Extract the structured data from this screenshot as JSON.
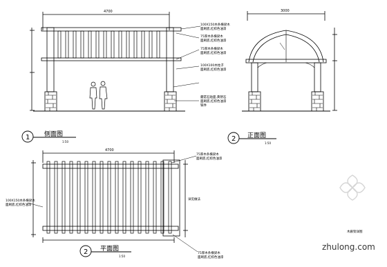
{
  "views": {
    "side": {
      "number": "1",
      "title": "侧面图",
      "scale": "1:50"
    },
    "front": {
      "number": "2",
      "title": "正面图",
      "scale": "1:50"
    },
    "plan": {
      "number": "2",
      "title": "平面图",
      "scale": "1:50"
    }
  },
  "dimensions": {
    "side_total": "4700",
    "front_total": "3000",
    "plan_total": "4700"
  },
  "notes": {
    "side_top_beam": "100X150木条横梁木",
    "side_top_beam_2": "面刷底,红棕色油漆",
    "side_rafter_1": "75厚木条横梁木",
    "side_rafter_2": "面刷底,红棕色油漆",
    "side_beam_1": "75厚木条横梁木",
    "side_beam_2": "面刷底,红棕色油漆",
    "side_post_1": "100X100木柱子",
    "side_post_2": "面刷底,红棕色油漆",
    "side_base_1": "蘑菇石贴面,黄锈石",
    "side_base_2": "面刷底,红棕色油漆",
    "side_base_3": "铁件",
    "plan_top_1": "75厚木条横梁木",
    "plan_top_2": "面刷底,红棕色油漆",
    "plan_left_1": "100X150木条横梁木",
    "plan_left_2": "面刷底,红棕色油漆",
    "plan_bottom_1": "75厚木条横梁木",
    "plan_bottom_2": "面刷底,红棕色油漆",
    "plan_right": "详见做法",
    "legend_small": "木廊架详图"
  },
  "watermark": "zhulong.com"
}
